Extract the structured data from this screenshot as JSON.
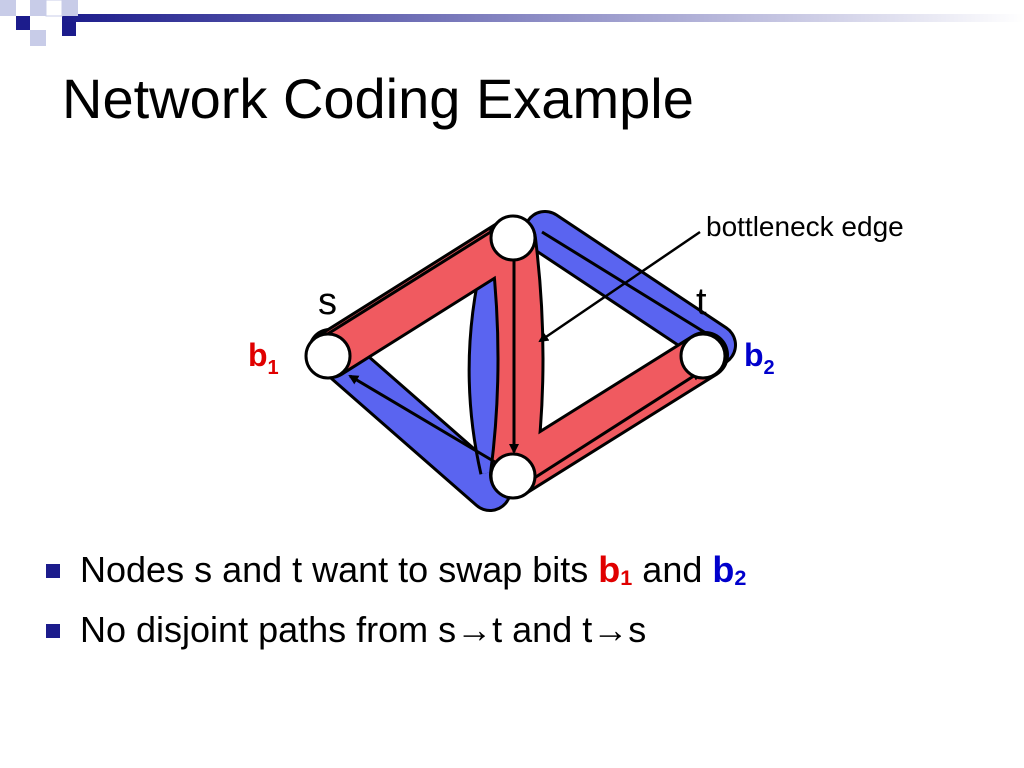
{
  "slide": {
    "title": "Network Coding Example",
    "colors": {
      "accent_navy": "#1c1c8c",
      "edge_red": "#f05a60",
      "edge_blue": "#5a64f0",
      "bit_red": "#e00000",
      "bit_blue": "#0000cc"
    }
  },
  "diagram": {
    "callout": "bottleneck edge",
    "source_label": "s",
    "sink_label": "t",
    "bit1": {
      "base": "b",
      "sub": "1"
    },
    "bit2": {
      "base": "b",
      "sub": "2"
    },
    "icons": [
      "node-circle-icon",
      "arrow-icon"
    ]
  },
  "bullets": {
    "item1": {
      "text": "Nodes s and t want to swap bits ",
      "bit1_base": "b",
      "bit1_sub": "1",
      "and": " and ",
      "bit2_base": "b",
      "bit2_sub": "2"
    },
    "item2": {
      "prefix": "No disjoint paths from s",
      "arrow": "→",
      "middle": "t and t",
      "arrow2": "→",
      "suffix": "s"
    }
  }
}
